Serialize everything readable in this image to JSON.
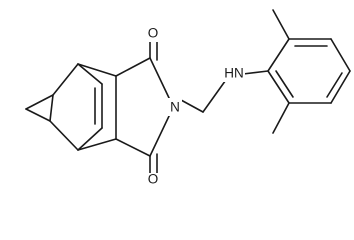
{
  "structure": {
    "atoms": {
      "carbonyl_oxygen_top": "O",
      "carbonyl_oxygen_bottom": "O",
      "imide_nitrogen": "N",
      "amine_nh": "HN"
    }
  }
}
